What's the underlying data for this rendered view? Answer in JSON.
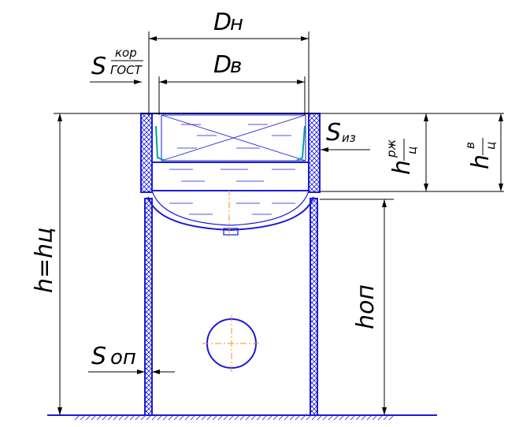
{
  "labels": {
    "outer_diameter_main": "D",
    "outer_diameter_sub": "н",
    "inner_diameter_main": "D",
    "inner_diameter_sub": "в",
    "wall_thickness_main": "S",
    "wall_thickness_sup": "кор",
    "wall_thickness_sub": "ГОСТ",
    "insulation_main": "S",
    "insulation_sub": "из",
    "h_rzh_main": "h",
    "h_rzh_sup": "рж",
    "h_rzh_sub": "ц",
    "h_v_main": "h",
    "h_v_sup": "в",
    "h_v_sub": "ц",
    "total_height": "h=hц",
    "support_wall_main": "S",
    "support_wall_sub": "оп",
    "support_height": "hоп"
  },
  "colors": {
    "outline": "#1a1ad6",
    "dimension": "#000000",
    "axis": "#ff8c1a",
    "accent": "#00a0a0"
  }
}
